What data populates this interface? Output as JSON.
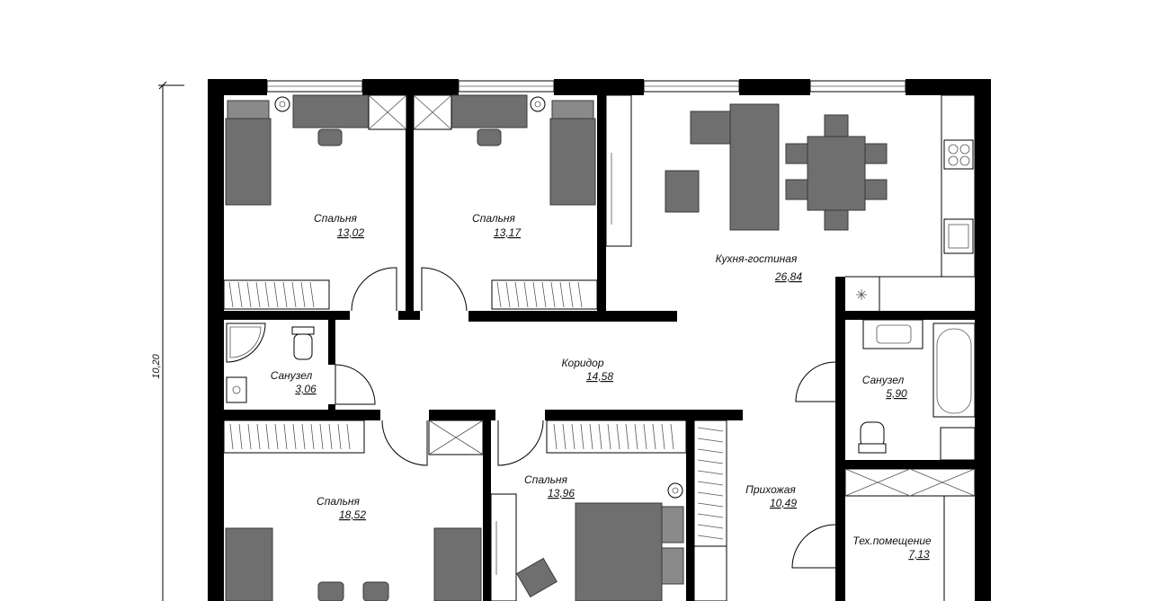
{
  "plan": {
    "overall_dimension": "10,20",
    "rooms": [
      {
        "id": "bedroom-1",
        "name": "Спальня",
        "area": "13,02"
      },
      {
        "id": "bedroom-2",
        "name": "Спальня",
        "area": "13,17"
      },
      {
        "id": "kitchen-living",
        "name": "Кухня-гостиная",
        "area": "26,84"
      },
      {
        "id": "bathroom-1",
        "name": "Санузел",
        "area": "3,06"
      },
      {
        "id": "corridor",
        "name": "Коридор",
        "area": "14,58"
      },
      {
        "id": "bathroom-2",
        "name": "Санузел",
        "area": "5,90"
      },
      {
        "id": "bedroom-3",
        "name": "Спальня",
        "area": "18,52"
      },
      {
        "id": "bedroom-4",
        "name": "Спальня",
        "area": "13,96"
      },
      {
        "id": "hallway",
        "name": "Прихожая",
        "area": "10,49"
      },
      {
        "id": "utility-room",
        "name": "Тех.помещение",
        "area": "7,13"
      }
    ]
  }
}
